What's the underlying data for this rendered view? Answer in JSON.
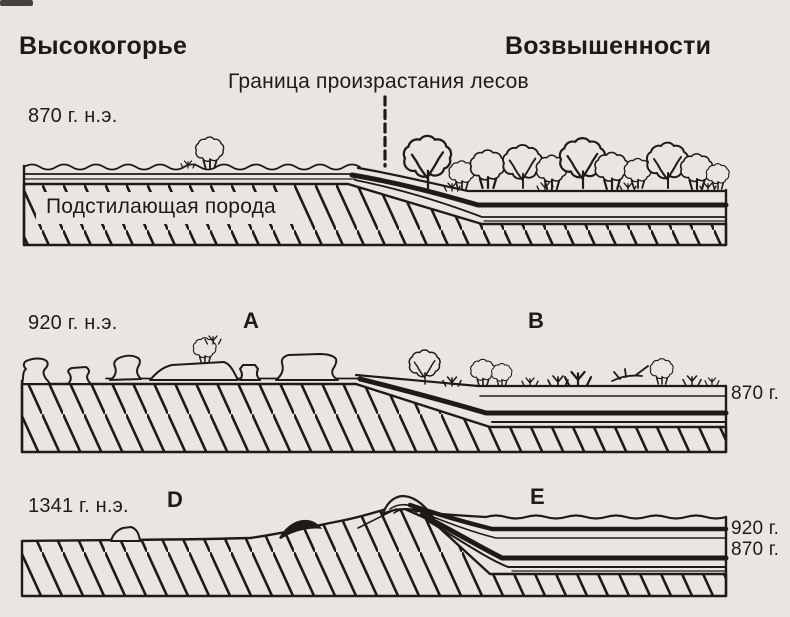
{
  "figure": {
    "colors": {
      "paper": "#e9e6e1",
      "ink": "#1d1b19"
    },
    "region_titles": {
      "left": "Высокогорье",
      "right": "Возвышенности"
    },
    "treeline_boundary_label": "Граница произрастания лесов",
    "panels": [
      {
        "year_label": "870 г. н.э.",
        "bedrock_label": "Подстилающая порода",
        "zone_markers": [],
        "side_layer_labels": []
      },
      {
        "year_label": "920 г. н.э.",
        "zone_markers": [
          "A",
          "B"
        ],
        "side_layer_labels": [
          "870 г."
        ]
      },
      {
        "year_label": "1341 г. н.э.",
        "zone_markers": [
          "D",
          "E"
        ],
        "side_layer_labels": [
          "920 г.",
          "870 г."
        ]
      }
    ]
  }
}
